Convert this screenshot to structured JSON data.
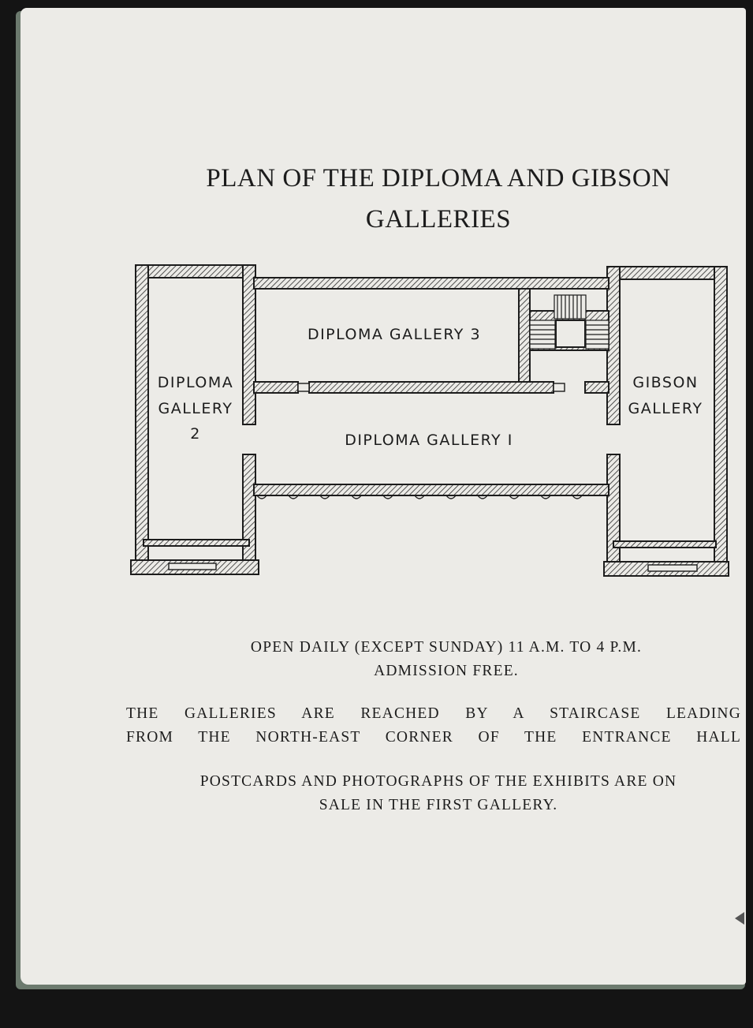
{
  "title": {
    "line1": "PLAN OF THE DIPLOMA AND GIBSON",
    "line2": "GALLERIES"
  },
  "plan": {
    "gallery3": "DIPLOMA GALLERY 3",
    "gallery2_line1": "DIPLOMA",
    "gallery2_line2": "GALLERY",
    "gallery2_line3": "2",
    "gallery1": "DIPLOMA GALLERY I",
    "gibson_line1": "GIBSON",
    "gibson_line2": "GALLERY"
  },
  "info": {
    "hours_line1": "OPEN DAILY (EXCEPT SUNDAY) 11 A.M. TO 4 P.M.",
    "hours_line2": "ADMISSION FREE.",
    "access_line1": "THE GALLERIES ARE REACHED BY A STAIRCASE LEADING",
    "access_line2": "FROM THE NORTH-EAST CORNER OF THE ENTRANCE HALL",
    "postcards_line1": "POSTCARDS AND PHOTOGRAPHS OF THE EXHIBITS ARE ON",
    "postcards_line2": "SALE IN THE FIRST GALLERY."
  }
}
